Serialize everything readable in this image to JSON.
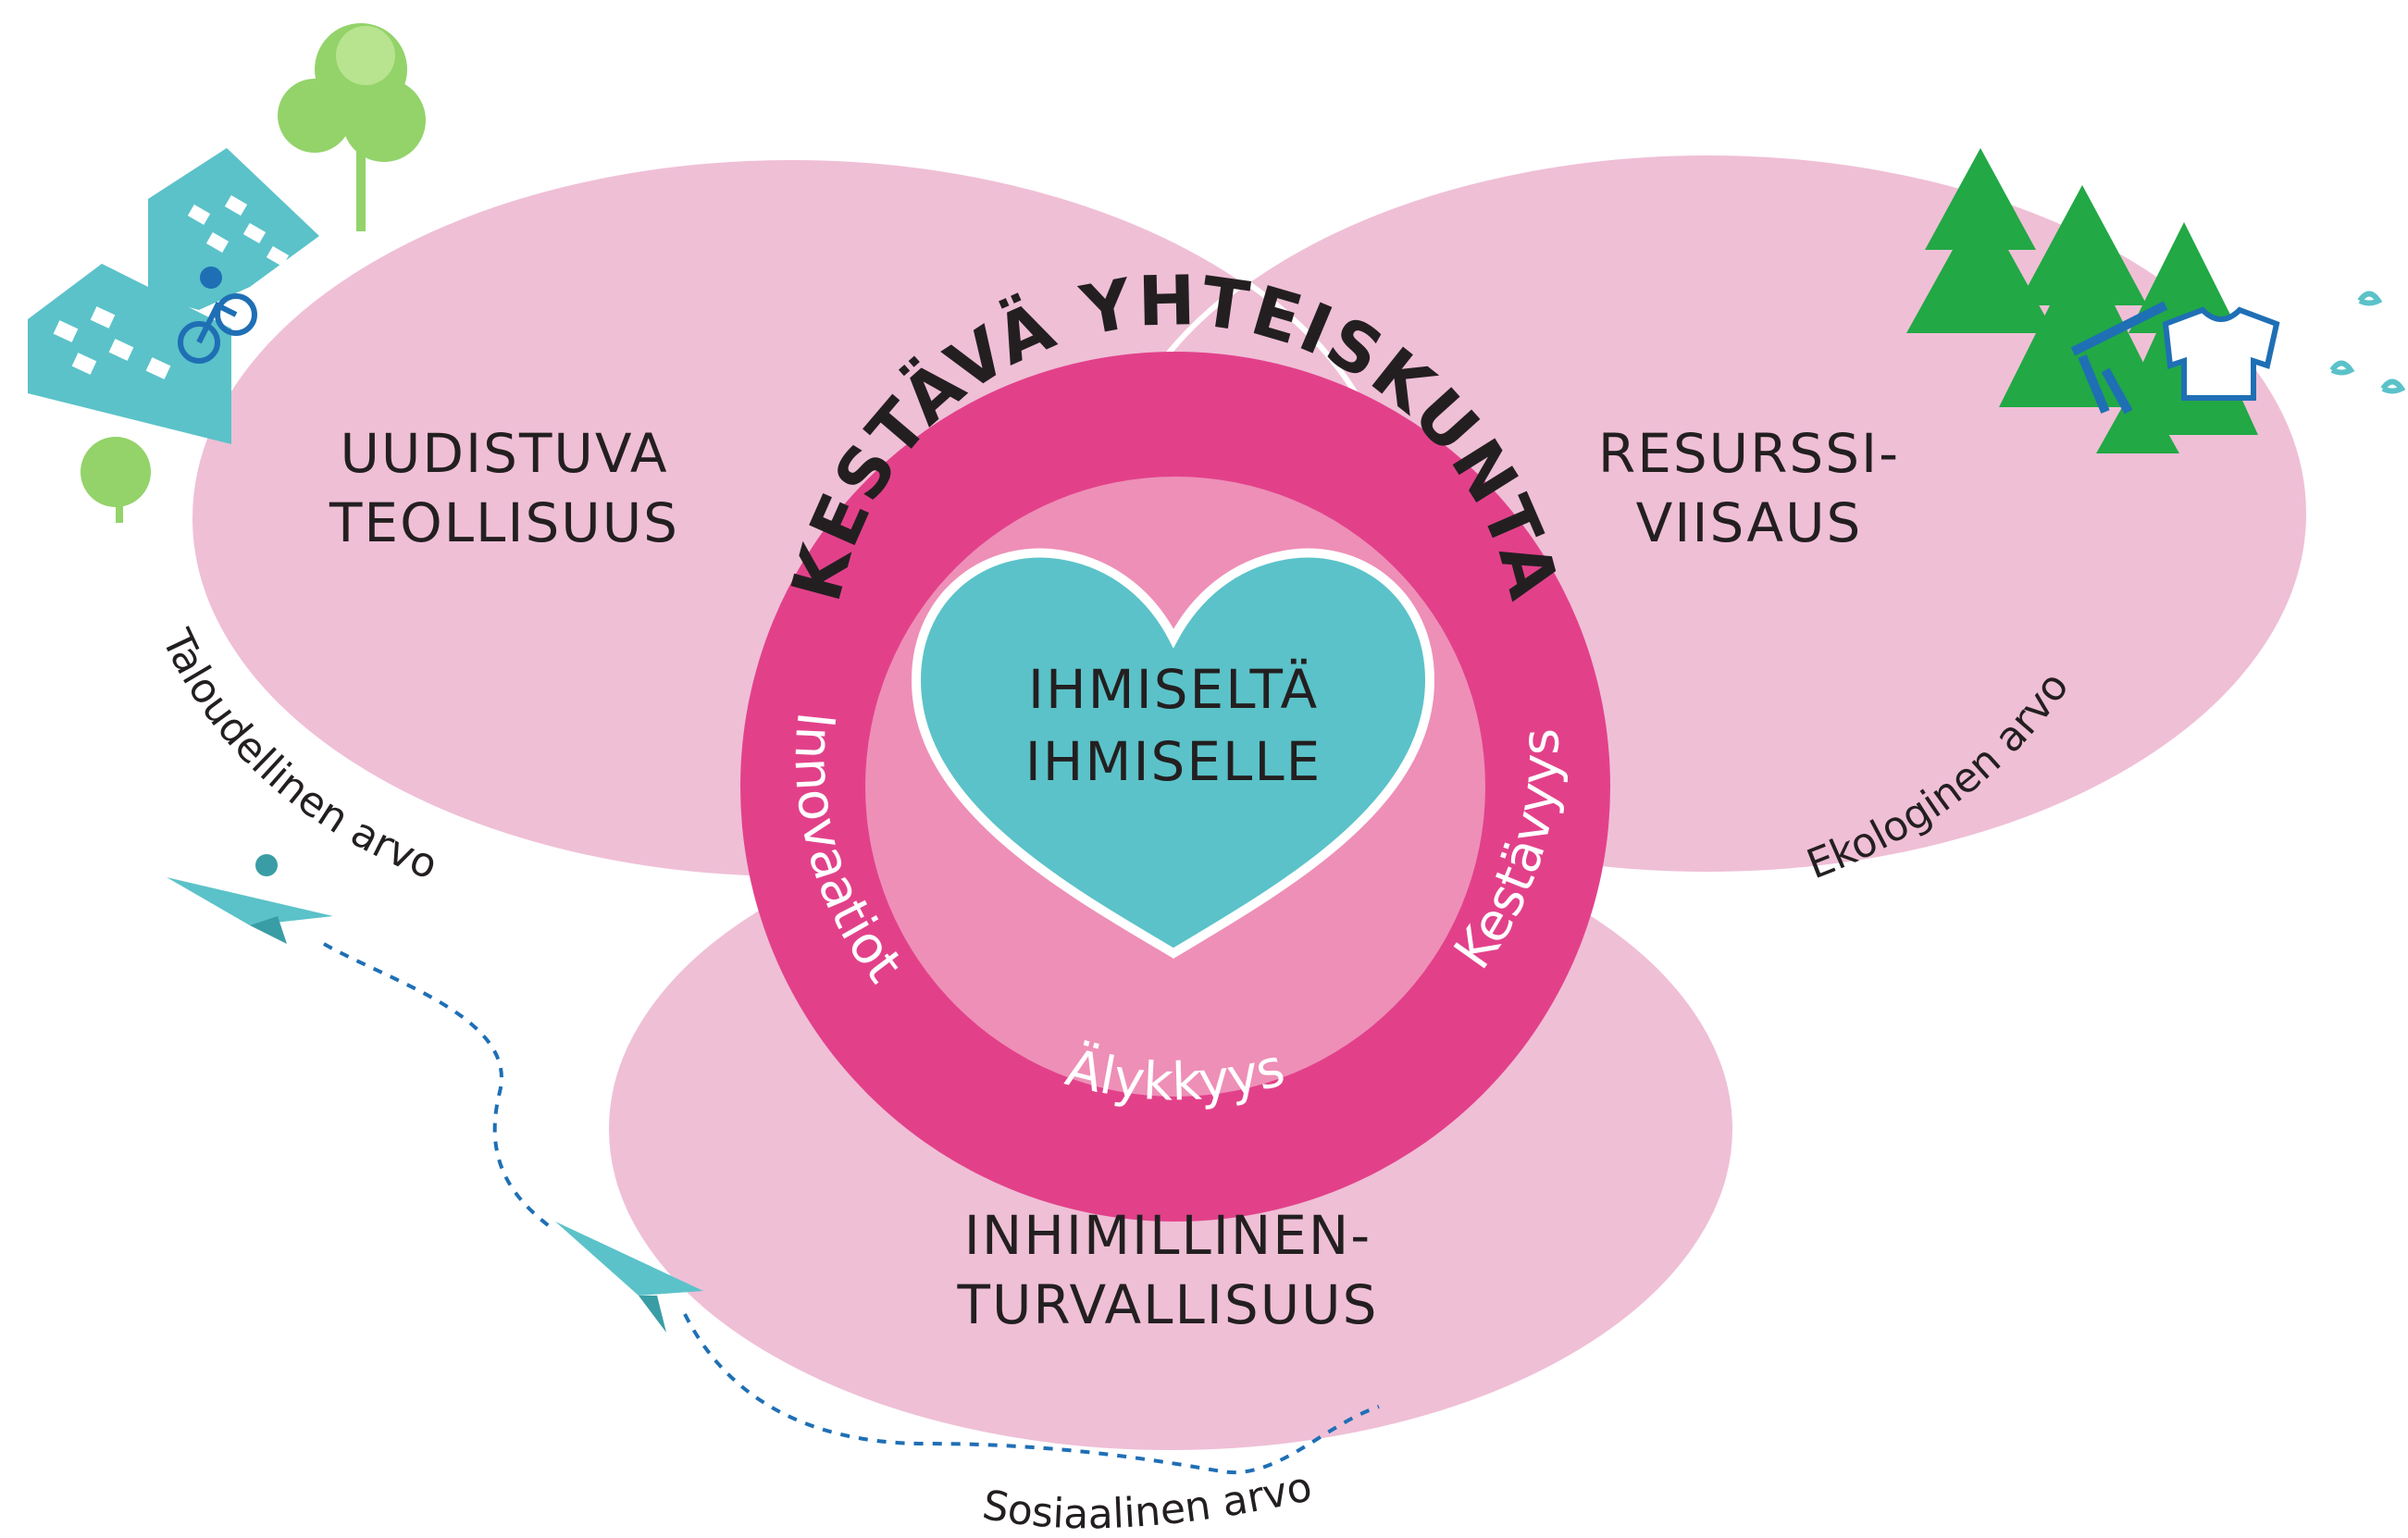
{
  "diagram": {
    "top_arc_label": "KESTÄVÄ YHTEISKUNTA",
    "center": {
      "line1": "IHMISELTÄ",
      "line2": "IHMISELLE"
    },
    "ring_labels": {
      "left": "Innovaatiot",
      "right": "Kestävyys",
      "bottom": "Älykkyys"
    },
    "circles": {
      "left": {
        "line1": "UUDISTUVA",
        "line2": "TEOLLISUUS"
      },
      "right": {
        "line1": "RESURSSI-",
        "line2": "VIISAUS"
      },
      "bottom": {
        "line1": "INHIMILLINEN-",
        "line2": "TURVALLISUUS"
      }
    },
    "value_labels": {
      "economic": "Taloudellinen arvo",
      "ecological": "Ekologinen arvo",
      "social": "Sosiaalinen arvo"
    },
    "colors": {
      "petal": "#efbfd6",
      "ring": "#e2418a",
      "inner_disc": "#ee8fb7",
      "heart": "#5bc2c9",
      "teal_illustration": "#5bc2c9",
      "tree_green": "#22a845",
      "light_tree_green": "#93d36a"
    }
  }
}
